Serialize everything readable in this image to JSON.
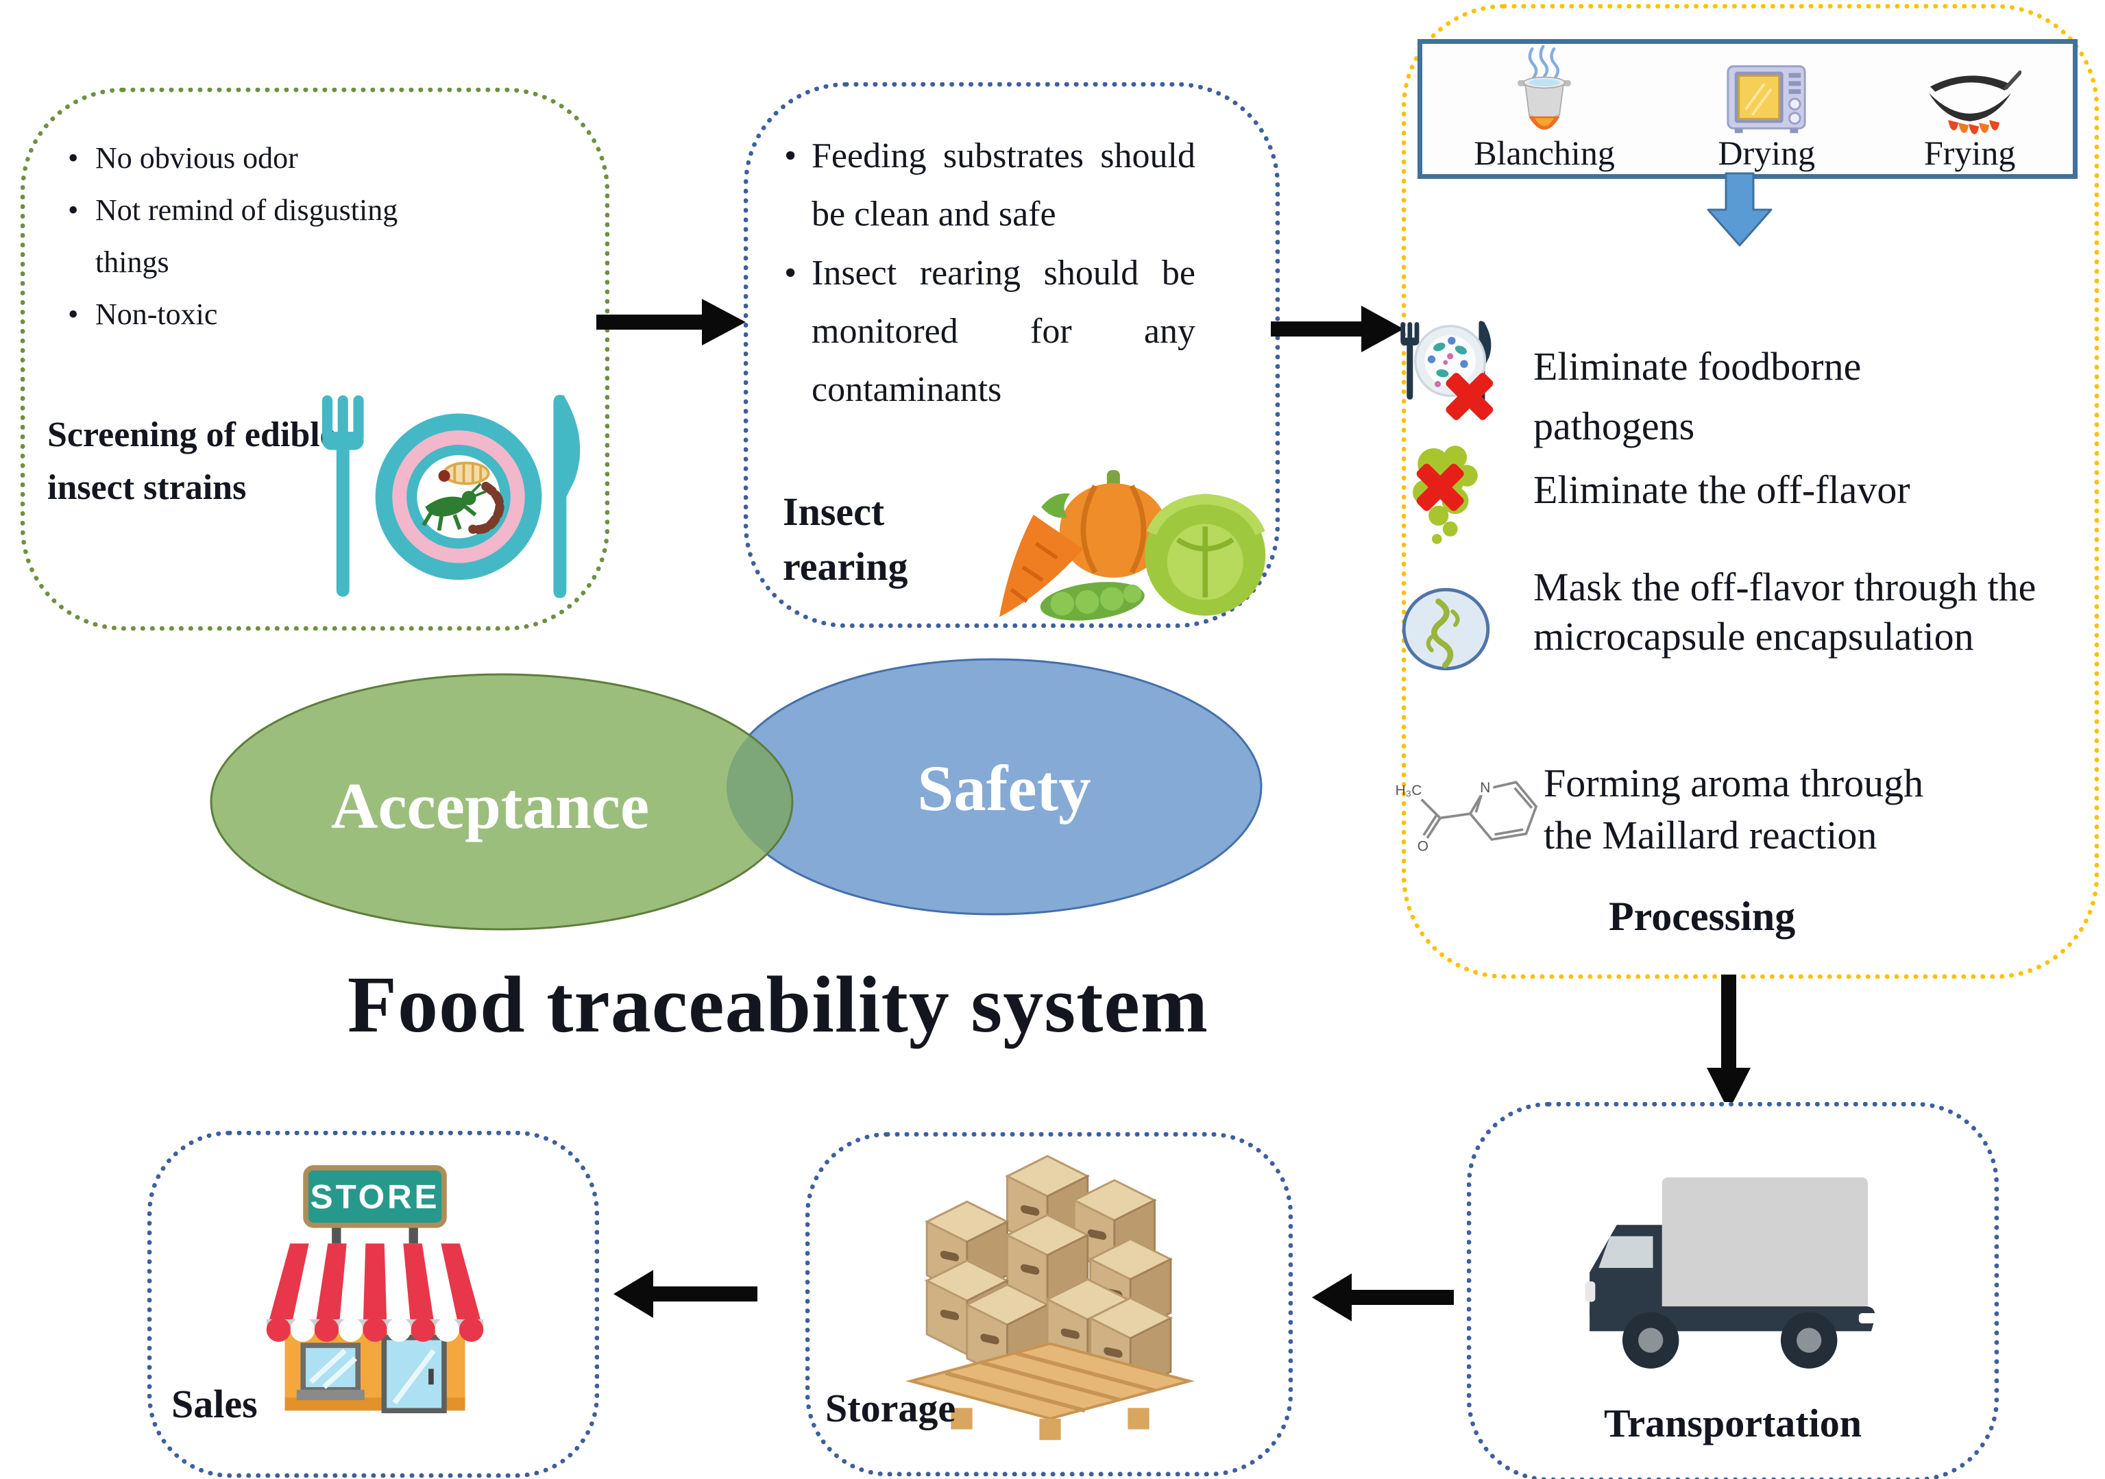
{
  "screening": {
    "bullets": [
      "No obvious odor",
      "Not remind of disgusting things",
      "Non-toxic"
    ],
    "label": "Screening of edible insect strains"
  },
  "rearing": {
    "bullets": [
      "Feeding substrates should be clean and safe",
      "Insect rearing should be monitored for any contaminants"
    ],
    "label": "Insect rearing"
  },
  "processing": {
    "methods": [
      "Blanching",
      "Drying",
      "Frying"
    ],
    "items": [
      "Eliminate foodborne pathogens",
      "Eliminate the off-flavor",
      "Mask the off-flavor through the microcapsule encapsulation",
      "Forming aroma through the Maillard reaction"
    ],
    "label": "Processing",
    "molecule": {
      "ch3": "H₃C",
      "o": "O",
      "n": "N"
    }
  },
  "venn": {
    "left": "Acceptance",
    "right": "Safety"
  },
  "title": "Food traceability system",
  "flow": {
    "sales": "Sales",
    "storage": "Storage",
    "transportation": "Transportation",
    "store_sign": "STORE"
  },
  "bullet_char": "•",
  "colors": {
    "screening_border": "#6e9040",
    "rearing_border": "#3c5f9e",
    "processing_border": "#ffc000",
    "methods_frame": "#41719c",
    "blue_arrow": "#5b9bd5",
    "black_arrow": "#0a0a0a",
    "acceptance_fill": "#9cbe7d",
    "safety_fill": "#85aad6",
    "overlap_fill": "#7da779",
    "red_x": "#e62019",
    "teal_cutlery": "#45b8c6",
    "store_sign_bg": "#27998c",
    "awning_red": "#e8374a",
    "building_orange": "#f3a73c"
  }
}
